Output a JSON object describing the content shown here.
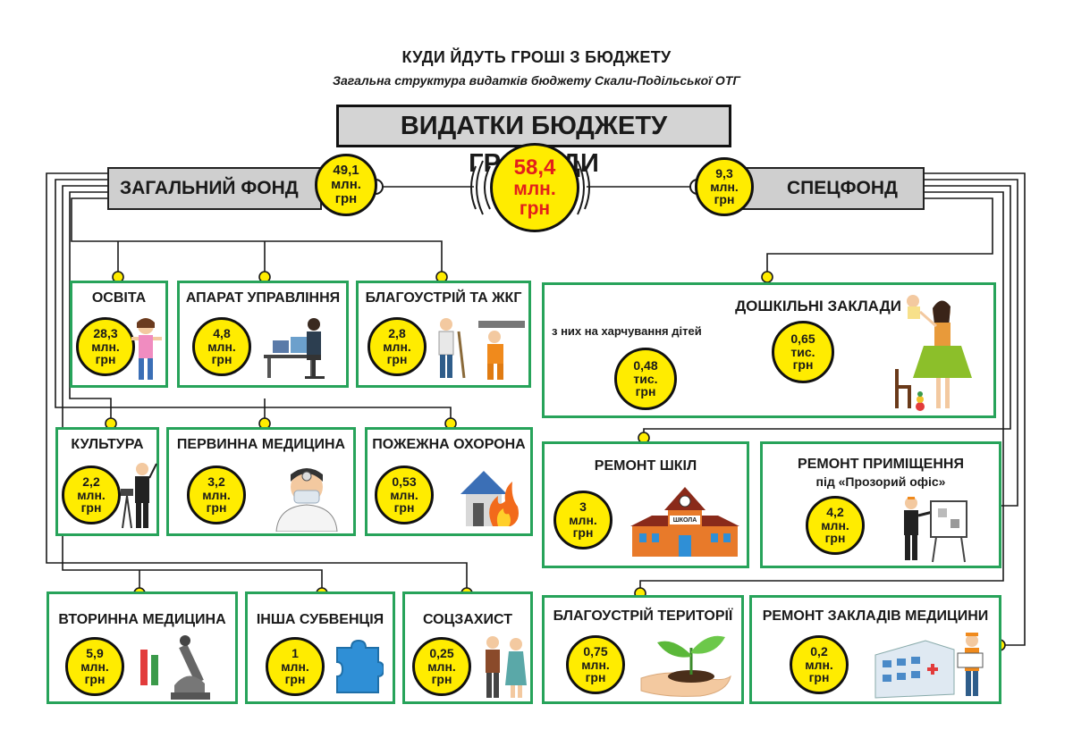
{
  "header": {
    "title": "КУДИ ЙДУТЬ ГРОШІ З БЮДЖЕТУ",
    "subtitle": "Загальна структура видатків  бюджету Скали-Подільської ОТГ",
    "main_label": "ВИДАТКИ БЮДЖЕТУ ГРОМАДИ"
  },
  "total": {
    "value": "58,4",
    "unit1": "млн.",
    "unit2": "грн"
  },
  "general_fund": {
    "label": "ЗАГАЛЬНИЙ ФОНД",
    "value": "49,1",
    "unit1": "млн.",
    "unit2": "грн"
  },
  "special_fund": {
    "label": "СПЕЦФОНД",
    "value": "9,3",
    "unit1": "млн.",
    "unit2": "грн"
  },
  "general_items": [
    {
      "label": "ОСВІТА",
      "value": "28,3",
      "unit1": "млн.",
      "unit2": "грн",
      "icon": "schoolgirl-icon"
    },
    {
      "label": "АПАРАТ УПРАВЛІННЯ",
      "value": "4,8",
      "unit1": "млн.",
      "unit2": "грн",
      "icon": "office-worker-icon"
    },
    {
      "label": "БЛАГОУСТРІЙ ТА ЖКГ",
      "value": "2,8",
      "unit1": "млн.",
      "unit2": "грн",
      "icon": "workers-icon"
    },
    {
      "label": "КУЛЬТУРА",
      "value": "2,2",
      "unit1": "млн.",
      "unit2": "грн",
      "icon": "conductor-icon"
    },
    {
      "label": "ПЕРВИННА МЕДИЦИНА",
      "value": "3,2",
      "unit1": "млн.",
      "unit2": "грн",
      "icon": "doctor-icon"
    },
    {
      "label": "ПОЖЕЖНА ОХОРОНА",
      "value": "0,53",
      "unit1": "млн.",
      "unit2": "грн",
      "icon": "house-fire-icon"
    },
    {
      "label": "ВТОРИННА МЕДИЦИНА",
      "value": "5,9",
      "unit1": "млн.",
      "unit2": "грн",
      "icon": "microscope-icon"
    },
    {
      "label": "ІНША СУБВЕНЦІЯ",
      "value": "1",
      "unit1": "млн.",
      "unit2": "грн",
      "icon": "puzzle-icon"
    },
    {
      "label": "СОЦЗАХИСТ",
      "value": "0,25",
      "unit1": "млн.",
      "unit2": "грн",
      "icon": "elderly-couple-icon"
    }
  ],
  "special_items": {
    "preschool": {
      "label": "ДОШКІЛЬНІ ЗАКЛАДИ",
      "note": "з них на харчування дітей",
      "food_value": "0,48",
      "food_unit1": "тис.",
      "food_unit2": "грн",
      "value": "0,65",
      "unit1": "тис.",
      "unit2": "грн",
      "icon": "mother-child-icon"
    },
    "schools": {
      "label": "РЕМОНТ ШКІЛ",
      "value": "3",
      "unit1": "млн.",
      "unit2": "грн",
      "icon": "school-building-icon",
      "sign": "ШКОЛА"
    },
    "office": {
      "label": "РЕМОНТ ПРИМІЩЕННЯ",
      "label2": "під «Прозорий офіс»",
      "value": "4,2",
      "unit1": "млн.",
      "unit2": "грн",
      "icon": "presenter-icon"
    },
    "territory": {
      "label": "БЛАГОУСТРІЙ ТЕРИТОРІЇ",
      "value": "0,75",
      "unit1": "млн.",
      "unit2": "грн",
      "icon": "plant-in-hand-icon"
    },
    "medical": {
      "label": "РЕМОНТ ЗАКЛАДІВ МЕДИЦИНИ",
      "value": "0,2",
      "unit1": "млн.",
      "unit2": "грн",
      "icon": "hospital-icon"
    }
  },
  "colors": {
    "accent_green": "#27a35a",
    "coin_yellow": "#ffec00",
    "total_red": "#e3201b",
    "fund_gray": "#cfcfcf"
  }
}
